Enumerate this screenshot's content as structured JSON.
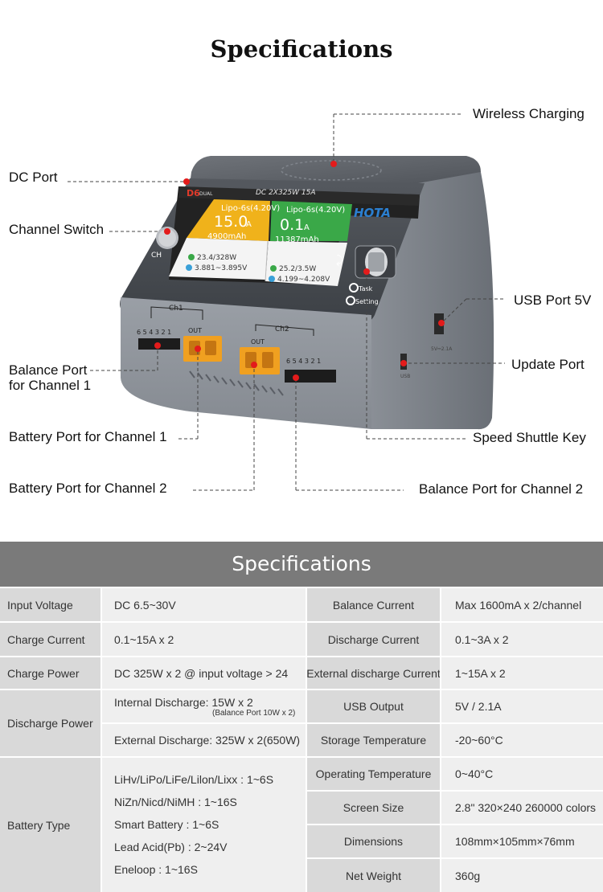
{
  "title": "Specifications",
  "device": {
    "screen_header": "DC 2X325W 15A",
    "brand_logo": "HOTA",
    "model_badge": "D6",
    "model_sub": "DUAL",
    "ch1": {
      "battery": "Lipo-6s(4.20V)",
      "current": "15.0",
      "unit": "A",
      "capacity": "4900mAh",
      "power": "23.4/328W",
      "voltage": "3.881~3.895V"
    },
    "ch2": {
      "battery": "Lipo-6s(4.20V)",
      "current": "0.1",
      "unit": "A",
      "capacity": "11387mAh",
      "power": "25.2/3.5W",
      "voltage": "4.199~4.208V"
    },
    "ch_button": "CH",
    "task_label": "Task",
    "setting_label": "Setting",
    "ch1_label": "Ch1",
    "ch2_label": "Ch2",
    "out_label": "OUT",
    "balance_pins": "6 5 4 3 2 1",
    "usb_label": "USB",
    "usb5v_label": "5V⎓2.1A"
  },
  "callouts": {
    "wireless_charging": "Wireless Charging",
    "dc_port": "DC Port",
    "channel_switch": "Channel Switch",
    "usb_port": "USB Port 5V",
    "balance_ch1_line1": "Balance Port",
    "balance_ch1_line2": "for Channel 1",
    "update_port": "Update Port",
    "battery_ch1": "Battery Port for Channel 1",
    "speed_shuttle": "Speed Shuttle Key",
    "battery_ch2": "Battery Port for Channel 2",
    "balance_ch2": "Balance Port for Channel 2"
  },
  "specs": {
    "header": "Specifications",
    "rows": {
      "input_voltage": {
        "label": "Input Voltage",
        "value": "DC 6.5~30V"
      },
      "balance_current": {
        "label": "Balance Current",
        "value": "Max 1600mA x 2/channel"
      },
      "charge_current": {
        "label": "Charge Current",
        "value": "0.1~15A x 2"
      },
      "discharge_current": {
        "label": "Discharge Current",
        "value": "0.1~3A x 2"
      },
      "charge_power": {
        "label": "Charge Power",
        "value": "DC 325W x 2 @ input voltage > 24"
      },
      "external_discharge_current": {
        "label": "External discharge Current",
        "value": "1~15A x 2"
      },
      "discharge_power": {
        "label": "Discharge Power",
        "internal": "Internal Discharge:  15W x 2",
        "internal_note": "(Balance Port 10W x 2)",
        "external": "External Discharge:  325W x 2(650W)"
      },
      "usb_output": {
        "label": "USB Output",
        "value": "5V / 2.1A"
      },
      "storage_temperature": {
        "label": "Storage Temperature",
        "value": "-20~60°C"
      },
      "battery_type": {
        "label": "Battery Type",
        "lines": [
          "LiHv/LiPo/LiFe/Lilon/Lixx : 1~6S",
          "NiZn/Nicd/NiMH : 1~16S",
          "Smart Battery : 1~6S",
          "Lead Acid(Pb) : 2~24V",
          "Eneloop : 1~16S"
        ]
      },
      "operating_temperature": {
        "label": "Operating Temperature",
        "value": "0~40°C"
      },
      "screen_size": {
        "label": "Screen Size",
        "value": "2.8\"  320×240 260000 colors"
      },
      "dimensions": {
        "label": "Dimensions",
        "value": "108mm×105mm×76mm"
      },
      "net_weight": {
        "label": "Net Weight",
        "value": "360g"
      }
    }
  }
}
